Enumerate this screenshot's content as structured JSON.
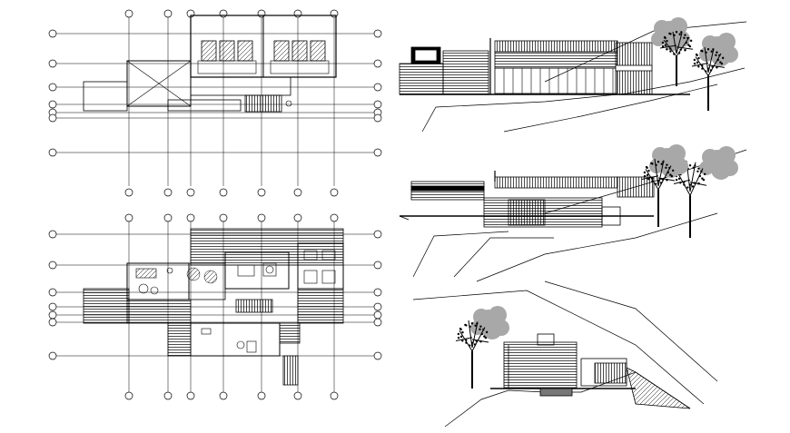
{
  "sheet": {
    "background": "#ffffff",
    "line_color": "#000000",
    "tree_gray": "#a8a8a8",
    "hatch_gray": "#555555"
  },
  "drawings": [
    {
      "id": "upper-floor-plan",
      "type": "floor plan"
    },
    {
      "id": "lower-floor-plan",
      "type": "floor plan"
    },
    {
      "id": "front-elevation",
      "type": "elevation"
    },
    {
      "id": "side-elevation",
      "type": "elevation"
    },
    {
      "id": "end-elevation",
      "type": "elevation"
    }
  ]
}
